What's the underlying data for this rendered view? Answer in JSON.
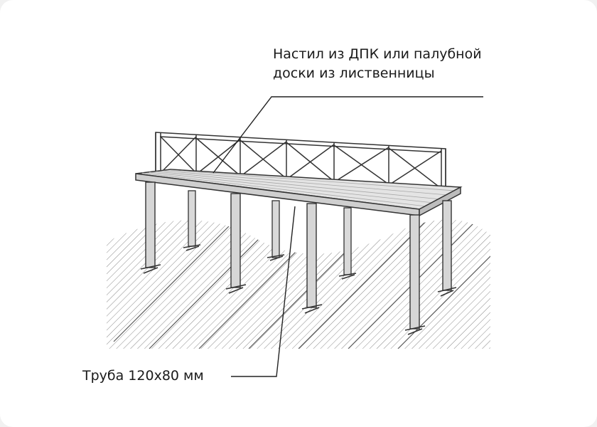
{
  "labels": {
    "decking_line1": "Настил из ДПК или палубной",
    "decking_line2": "доски из лиственницы",
    "pipe": "Труба 120х80 мм"
  }
}
